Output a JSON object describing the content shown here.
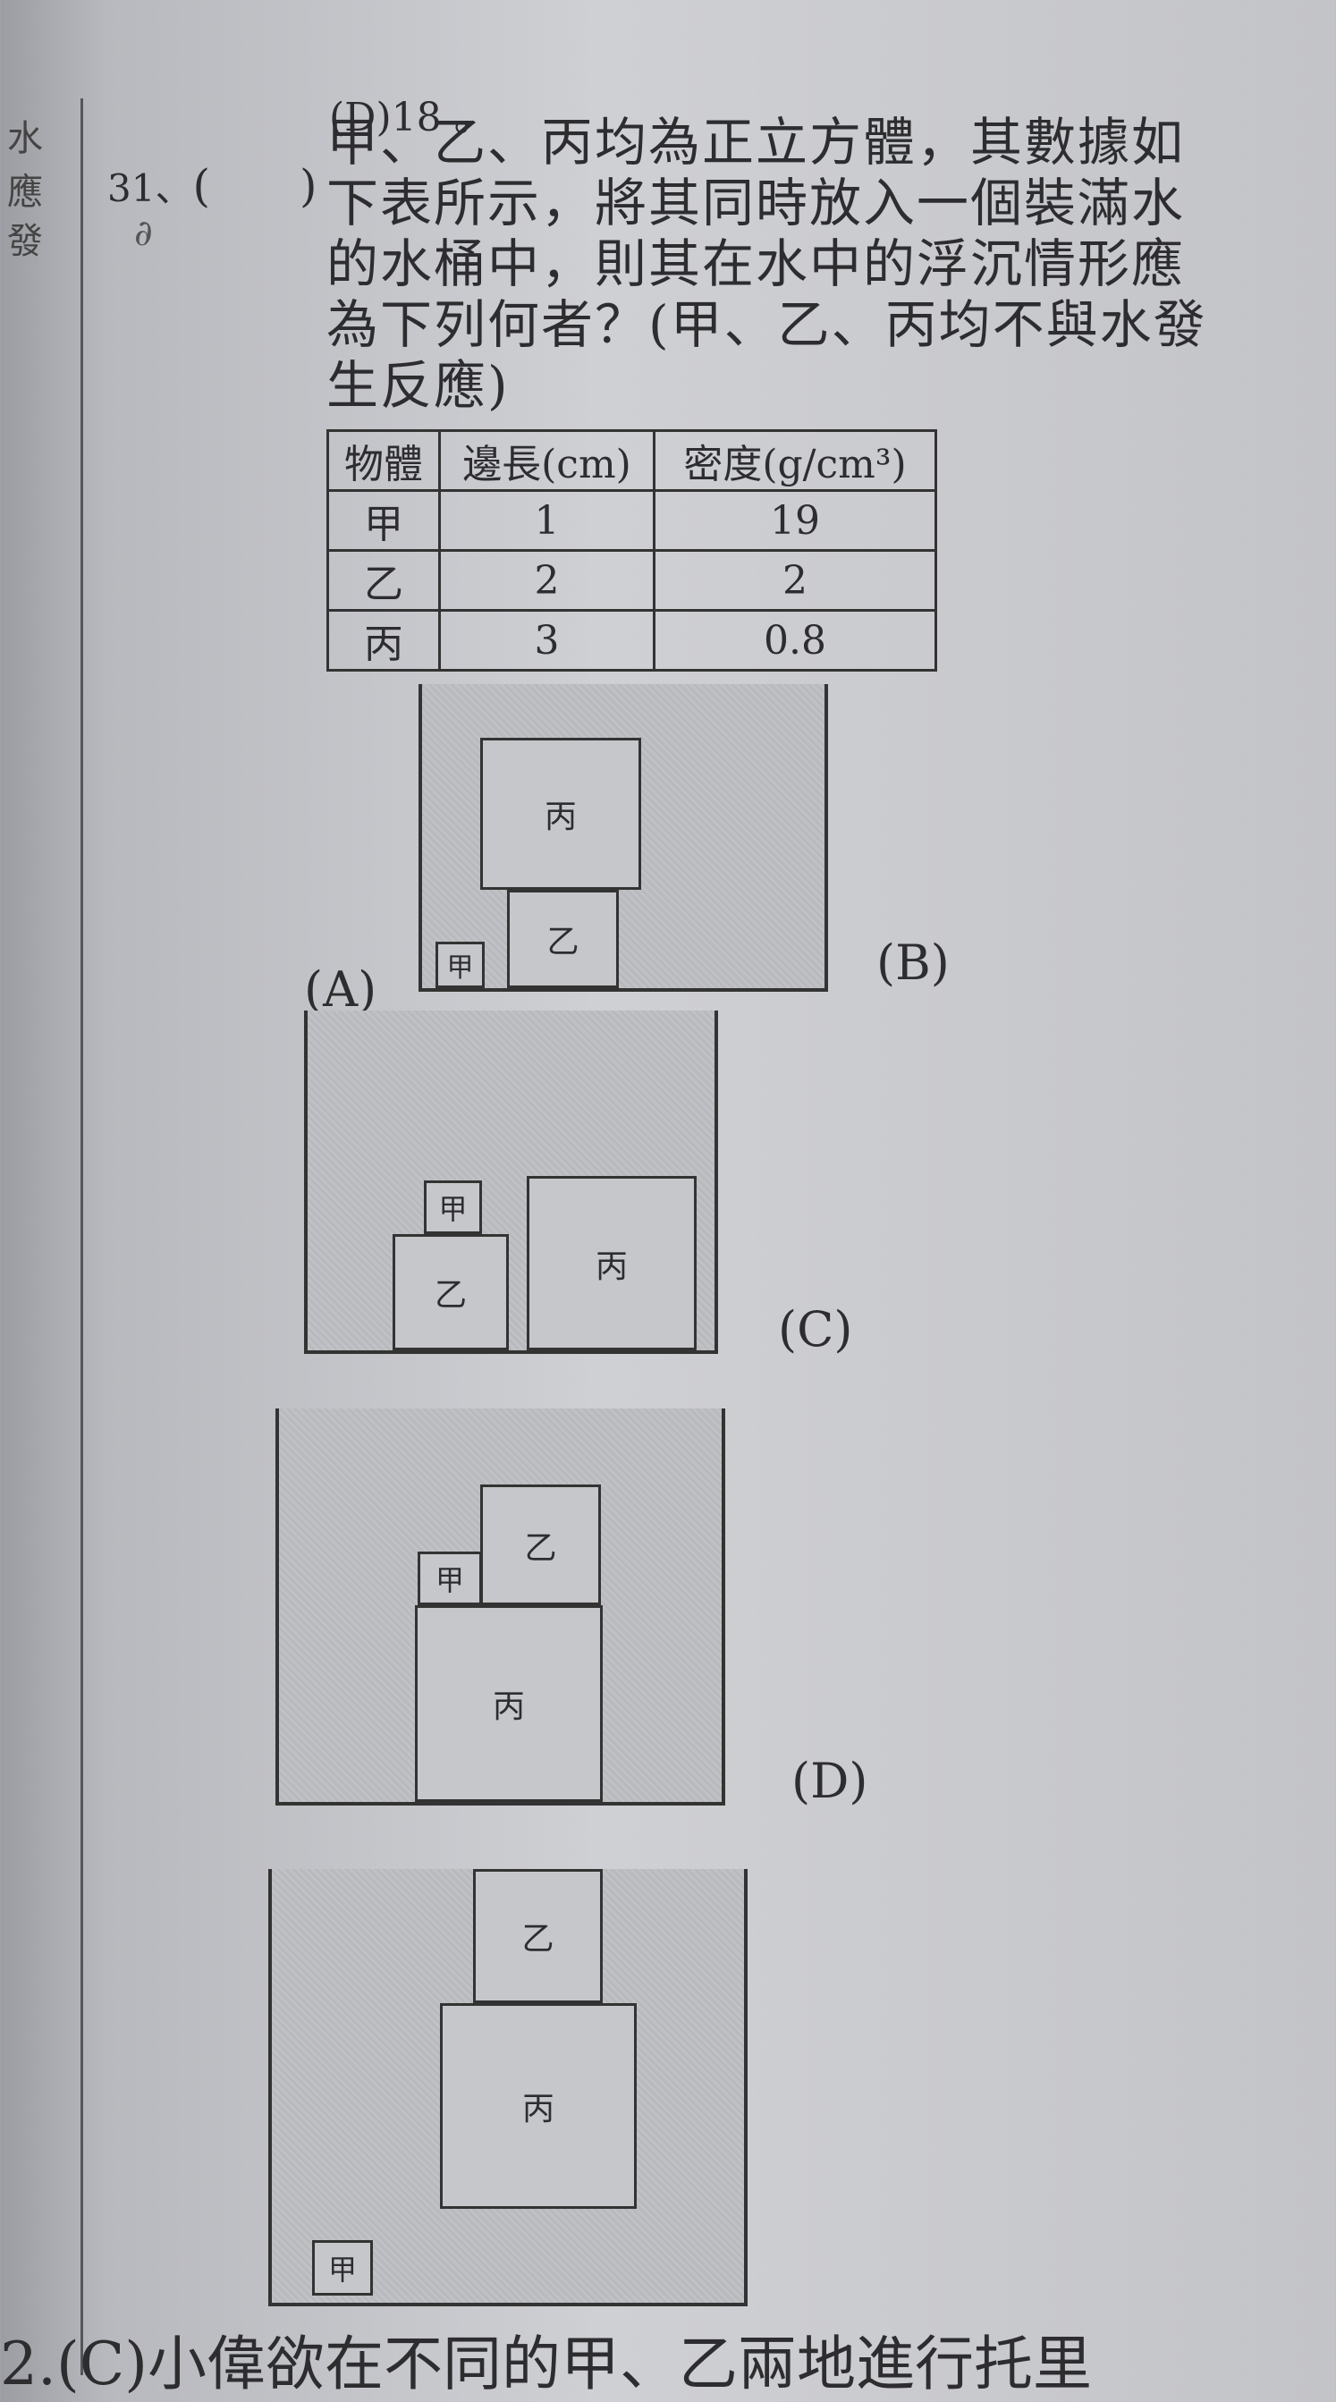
{
  "margin_chars": [
    "水",
    "應",
    "發"
  ],
  "prev_answer": "(D)18 。",
  "question": {
    "number": "31、",
    "paren": "(　　)",
    "lines": [
      "甲、乙、丙均為正立方體，其數據如",
      "下表所示，將其同時放入一個裝滿水",
      "的水桶中，則其在水中的浮沉情形應",
      "為下列何者？(甲、乙、丙均不與水發",
      "生反應)"
    ],
    "scribble": "∂"
  },
  "table": {
    "headers": [
      "物體",
      "邊長(cm)",
      "密度(g/cm³)"
    ],
    "rows": [
      [
        "甲",
        "1",
        "19"
      ],
      [
        "乙",
        "2",
        "2"
      ],
      [
        "丙",
        "3",
        "0.8"
      ]
    ]
  },
  "cube_labels": {
    "jia": "甲",
    "yi": "乙",
    "bing": "丙"
  },
  "options": {
    "A": "(A)",
    "B": "(B)",
    "C": "(C)",
    "D": "(D)"
  },
  "next_question": "2.(C)小偉欲在不同的甲、乙兩地進行托里"
}
